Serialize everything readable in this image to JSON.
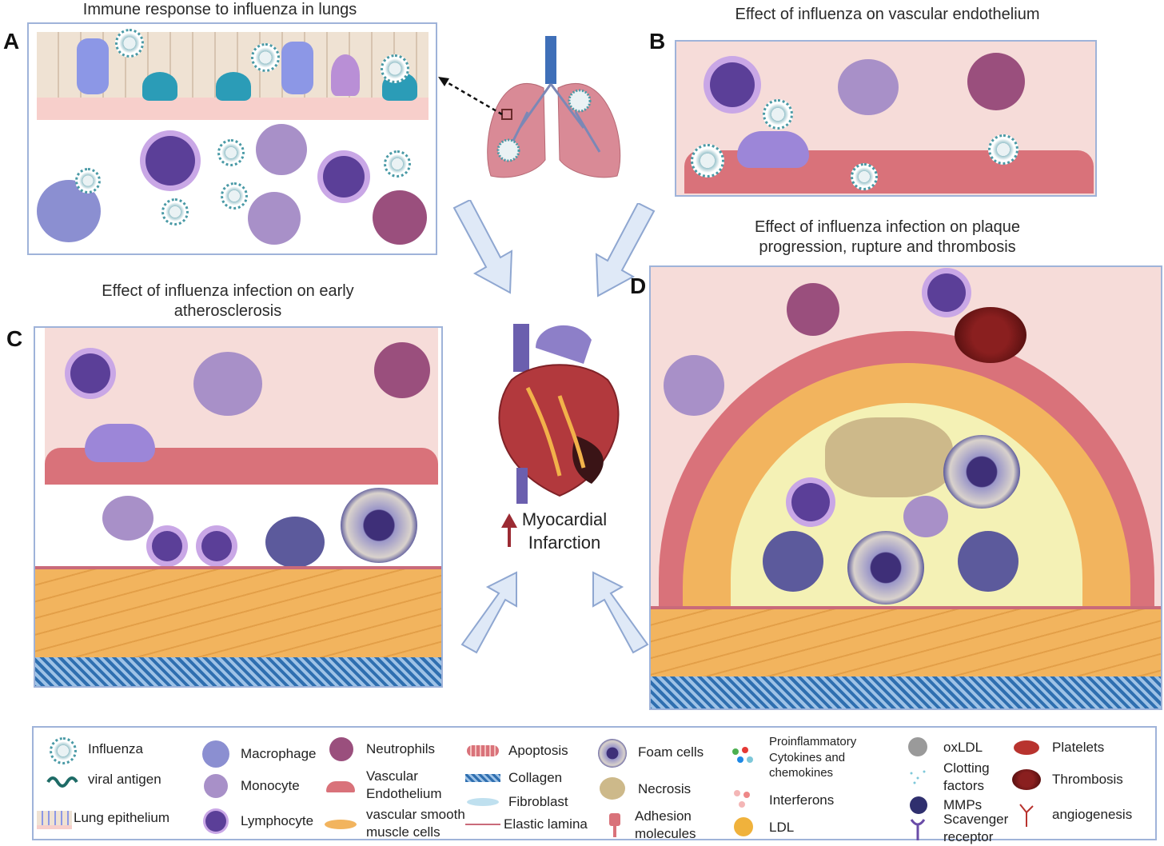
{
  "panels": {
    "A": {
      "letter": "A",
      "title": "Immune response to influenza in lungs"
    },
    "B": {
      "letter": "B",
      "title": "Effect of influenza on vascular endothelium"
    },
    "C": {
      "letter": "C",
      "title": "Effect of influenza infection on early atherosclerosis"
    },
    "D": {
      "letter": "D",
      "title": "Effect of influenza infection on plaque progression, rupture and thrombosis"
    }
  },
  "center": {
    "outcome_label": "Myocardial Infarction"
  },
  "legend": [
    {
      "icon": "influenza-virus",
      "label": "Influenza"
    },
    {
      "icon": "viral-antigen",
      "label": "viral antigen"
    },
    {
      "icon": "lung-epithelium",
      "label": "Lung epithelium"
    },
    {
      "icon": "macrophage",
      "label": "Macrophage"
    },
    {
      "icon": "monocyte",
      "label": "Monocyte"
    },
    {
      "icon": "lymphocyte",
      "label": "Lymphocyte"
    },
    {
      "icon": "neutrophil",
      "label": "Neutrophils"
    },
    {
      "icon": "endothelial-cell",
      "label": "Vascular Endothelium"
    },
    {
      "icon": "smooth-muscle-cell",
      "label": "vascular smooth muscle cells"
    },
    {
      "icon": "apoptosis",
      "label": "Apoptosis"
    },
    {
      "icon": "collagen",
      "label": "Collagen"
    },
    {
      "icon": "fibroblast",
      "label": "Fibroblast"
    },
    {
      "icon": "elastic-lamina",
      "label": "Elastic lamina"
    },
    {
      "icon": "foam-cell",
      "label": "Foam cells"
    },
    {
      "icon": "necrosis",
      "label": "Necrosis"
    },
    {
      "icon": "adhesion-molecule",
      "label": "Adhesion molecules"
    },
    {
      "icon": "cytokines",
      "label": "Proinflammatory Cytokines and chemokines"
    },
    {
      "icon": "interferons",
      "label": "Interferons"
    },
    {
      "icon": "ldl",
      "label": "LDL"
    },
    {
      "icon": "oxldl",
      "label": "oxLDL"
    },
    {
      "icon": "clotting-factors",
      "label": "Clotting factors"
    },
    {
      "icon": "mmps",
      "label": "MMPs"
    },
    {
      "icon": "scavenger-receptor",
      "label": "Scavenger receptor"
    },
    {
      "icon": "platelet",
      "label": "Platelets"
    },
    {
      "icon": "thrombosis",
      "label": "Thrombosis"
    },
    {
      "icon": "angiogenesis",
      "label": "angiogenesis"
    }
  ],
  "colors": {
    "panel_border": "#9fb3d9",
    "lumen_pink": "#f6dcd9",
    "endothelium": "#d9727a",
    "smooth_muscle": "#f2b45e",
    "collagen": "#2f6fb0",
    "plaque_core": "#f4f1b5",
    "arrow_fill": "#dfe9f7",
    "arrow_stroke": "#8fa7d1",
    "mi_arrow": "#9b2b33"
  }
}
